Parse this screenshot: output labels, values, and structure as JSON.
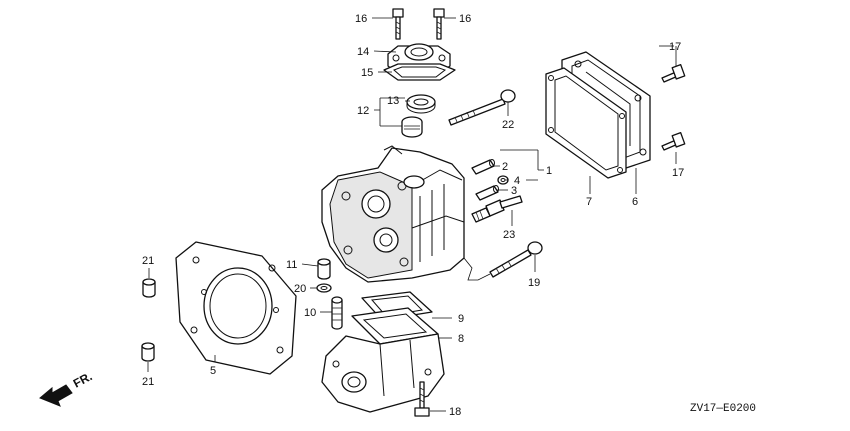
{
  "callouts": {
    "c1": "1",
    "c2": "2",
    "c3": "3",
    "c4": "4",
    "c5": "5",
    "c6": "6",
    "c7": "7",
    "c8": "8",
    "c9": "9",
    "c10": "10",
    "c11": "11",
    "c12": "12",
    "c13": "13",
    "c14": "14",
    "c15": "15",
    "c16a": "16",
    "c16b": "16",
    "c17a": "17",
    "c17b": "17",
    "c18": "18",
    "c19": "19",
    "c20": "20",
    "c21a": "21",
    "c21b": "21",
    "c22": "22",
    "c23": "23"
  },
  "front_label": "FR.",
  "diagram_code": "ZV17—E0200"
}
